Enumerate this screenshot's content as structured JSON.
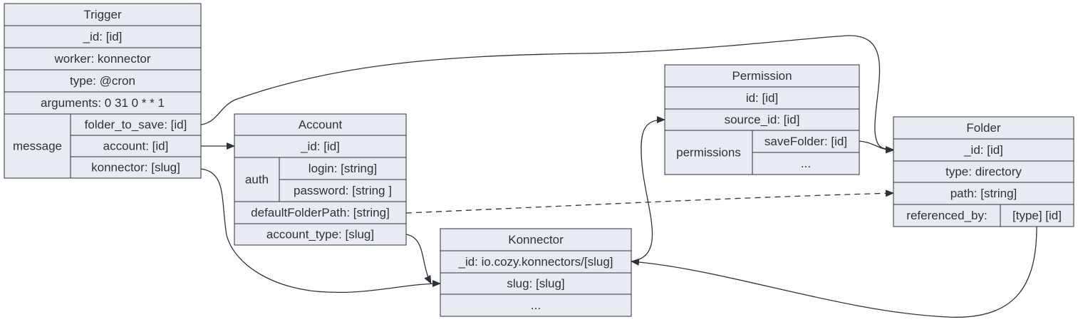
{
  "trigger": {
    "title": "Trigger",
    "id": "_id: [id]",
    "worker": "worker: konnector",
    "type": "type: @cron",
    "arguments": "arguments: 0 31 0 * * 1",
    "message_label": "message",
    "folder_to_save": "folder_to_save: [id]",
    "account": "account: [id]",
    "konnector": "konnector: [slug]"
  },
  "account": {
    "title": "Account",
    "id": "_id: [id]",
    "auth_label": "auth",
    "login": "login: [string]",
    "password": "password: [string ]",
    "default_folder_path": "defaultFolderPath: [string]",
    "account_type": "account_type: [slug]"
  },
  "konnector": {
    "title": "Konnector",
    "id": "_id: io.cozy.konnectors/[slug]",
    "slug": "slug: [slug]",
    "more": "..."
  },
  "permission": {
    "title": "Permission",
    "id": "id: [id]",
    "source_id": "source_id: [id]",
    "permissions_label": "permissions",
    "save_folder": "saveFolder: [id]",
    "more": "..."
  },
  "folder": {
    "title": "Folder",
    "id": "_id: [id]",
    "type": "type: directory",
    "path": "path: [string]",
    "referenced_by": "referenced_by:",
    "referenced_by_value": "[type] [id]"
  },
  "colors": {
    "cell_fill": "#e8ebf2",
    "stroke": "#2e323c",
    "text": "#2e323c"
  }
}
